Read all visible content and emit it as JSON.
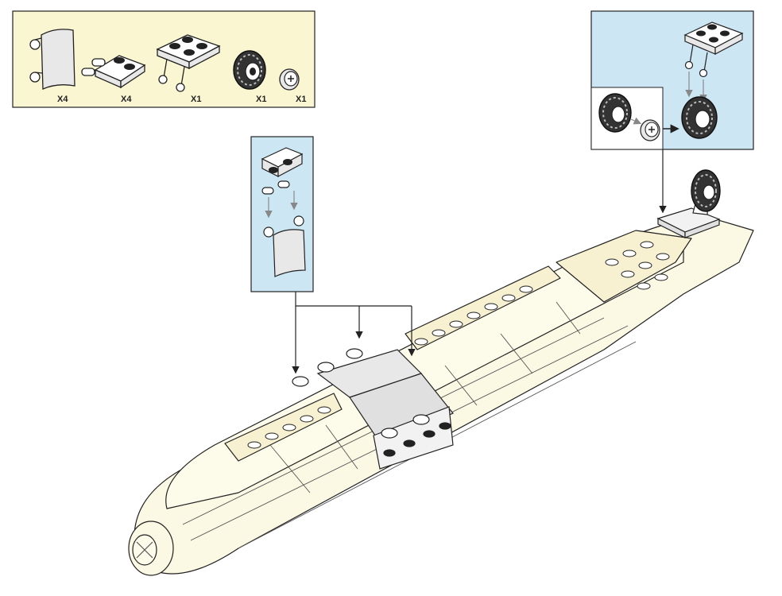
{
  "parts_list": {
    "items": [
      {
        "name": "flag-part",
        "qty": "X4"
      },
      {
        "name": "plate-with-clips-part",
        "qty": "X4"
      },
      {
        "name": "plate-2x2-with-clips-part",
        "qty": "X1"
      },
      {
        "name": "tire-part",
        "qty": "X1"
      },
      {
        "name": "wheel-hub-part",
        "qty": "X1"
      }
    ]
  },
  "colors": {
    "parts_panel_bg": "#FBF6D2",
    "callout_bg": "#CDE6F4",
    "model_fill": "#FBF8E3",
    "part_gray": "#E8E8E8",
    "outline": "#222222"
  }
}
